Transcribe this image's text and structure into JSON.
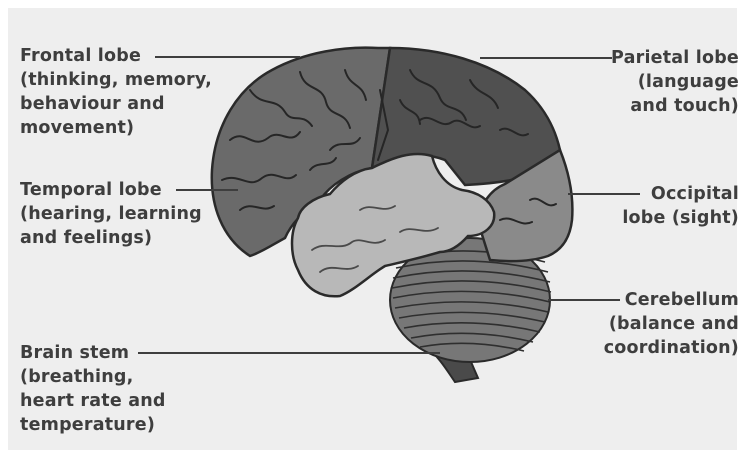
{
  "diagram": {
    "labels": {
      "frontal": {
        "title": "Frontal lobe",
        "lines": [
          "(thinking, memory,",
          "behaviour and",
          "movement)"
        ]
      },
      "parietal": {
        "title": "Parietal lobe",
        "lines": [
          "(language",
          "and touch)"
        ]
      },
      "temporal": {
        "title": "Temporal lobe",
        "lines": [
          "(hearing, learning",
          "and feelings)"
        ]
      },
      "occipital": {
        "title": "Occipital",
        "lines": [
          "lobe (sight)"
        ]
      },
      "cerebellum": {
        "title": "Cerebellum",
        "lines": [
          "(balance and",
          "coordination)"
        ]
      },
      "brainstem": {
        "title": "Brain stem",
        "lines": [
          "(breathing,",
          "heart rate and",
          "temperature)"
        ]
      }
    },
    "colors": {
      "background": "#eeeeee",
      "frontal_lobe": "#6a6a6a",
      "parietal_lobe": "#505050",
      "temporal_lobe": "#b8b8b8",
      "occipital_lobe": "#8a8a8a",
      "cerebellum": "#777777",
      "brain_stem": "#4a4a4a",
      "outline": "#2a2a2a",
      "text": "#3e3e3e"
    }
  }
}
